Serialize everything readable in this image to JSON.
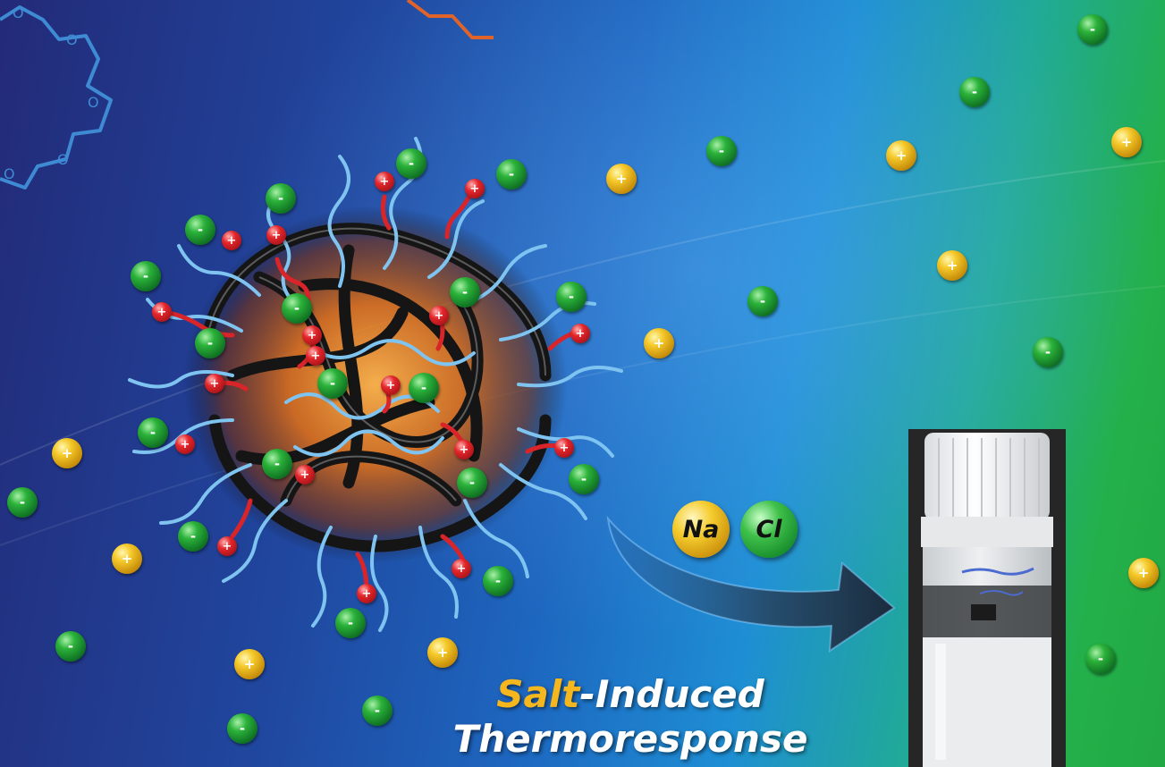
{
  "title": {
    "highlight": "Salt",
    "line1_rest": "-Induced",
    "line2": "Thermoresponse"
  },
  "salt": {
    "na": "Na",
    "cl": "Cl"
  },
  "symbols": {
    "plus": "+",
    "minus": "-"
  },
  "colors": {
    "cation": "#f1c21f",
    "anion": "#1e9e34",
    "bound_cation": "#d9242a",
    "polymer_arm": "#7fc4f0",
    "core_chain": "#151515",
    "core_glow": "#e86a12",
    "crown_ether": "#3e8ad3",
    "alkyl_chain": "#e0642a",
    "title_highlight": "#f6b61d"
  },
  "icons": {
    "crown_ether": "crown-ether-structure-icon",
    "alkyl": "alkyl-chain-icon",
    "micelle": "polymer-micelle-illustration",
    "arrow": "curved-arrow-icon",
    "vial": "vial-photo"
  }
}
